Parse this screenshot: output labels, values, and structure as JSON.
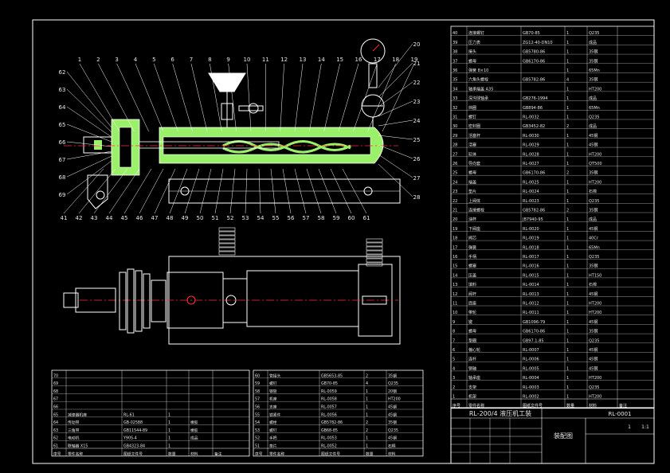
{
  "colors": {
    "background": "#000000",
    "frame": "#ffffff",
    "body_fill": "#9bf06a",
    "leader": "#ffffff",
    "axis": "#ff3030",
    "table_text": "#e8e8e8",
    "accent_yellow": "#ffe33a",
    "accent_red": "#ff2a2a"
  },
  "drawing": {
    "title_block": {
      "drawing_title": "RL-200/4  液压机工装",
      "drawing_no": "RL-0001",
      "subtitle": "装配图",
      "scale": "1:1",
      "sheet": "1"
    },
    "callouts_top": [
      "1",
      "2",
      "3",
      "4",
      "5",
      "6",
      "7",
      "8",
      "9",
      "10",
      "11",
      "12",
      "13",
      "14",
      "15",
      "16",
      "17",
      "18",
      "19"
    ],
    "callouts_left": [
      "62",
      "63",
      "64",
      "65",
      "66",
      "67",
      "68",
      "69"
    ],
    "callouts_right": [
      "20",
      "21",
      "22",
      "23",
      "24",
      "25",
      "26",
      "27",
      "28"
    ],
    "callouts_bottom": [
      "41",
      "42",
      "43",
      "44",
      "45",
      "46",
      "47",
      "48",
      "49",
      "50",
      "51",
      "52",
      "53",
      "54",
      "55",
      "56",
      "57",
      "58",
      "59",
      "60",
      "61"
    ],
    "bom_right": {
      "headers": [
        "序号",
        "零件名称",
        "图纸文件号",
        "数量",
        "材料",
        "备注"
      ],
      "rows": [
        [
          "40",
          "连接螺钉",
          "GB70-85",
          "1",
          "Q235",
          ""
        ],
        [
          "39",
          "压力表",
          "ZG12-40-DN10",
          "1",
          "成品",
          ""
        ],
        [
          "38",
          "接头",
          "GB5780-86",
          "1",
          "35钢",
          ""
        ],
        [
          "37",
          "螺母",
          "GB6170-86",
          "1",
          "35钢",
          ""
        ],
        [
          "36",
          "弹簧 8×10",
          "",
          "1",
          "65Mn",
          ""
        ],
        [
          "35",
          "六角头螺栓",
          "GB5782-86",
          "4",
          "35钢",
          ""
        ],
        [
          "34",
          "轴承端盖 A35",
          "",
          "1",
          "HT200",
          ""
        ],
        [
          "33",
          "深沟球轴承",
          "GB276-1994",
          "1",
          "成品",
          ""
        ],
        [
          "32",
          "挡圈",
          "GB894-86",
          "1",
          "65Mn",
          ""
        ],
        [
          "31",
          "螺钉",
          "RL-0032",
          "1",
          "Q235",
          ""
        ],
        [
          "30",
          "密封圈",
          "GB3452-82",
          "2",
          "成品",
          ""
        ],
        [
          "29",
          "活塞杆",
          "RL-0030",
          "1",
          "45钢",
          ""
        ],
        [
          "28",
          "活塞",
          "RL-0029",
          "1",
          "45钢",
          ""
        ],
        [
          "27",
          "缸体",
          "RL-0028",
          "1",
          "HT200",
          ""
        ],
        [
          "26",
          "导向套",
          "RL-0027",
          "1",
          "QT500",
          ""
        ],
        [
          "25",
          "螺母",
          "GB6170-86",
          "2",
          "35钢",
          ""
        ],
        [
          "24",
          "端盖",
          "RL-0025",
          "1",
          "HT200",
          ""
        ],
        [
          "23",
          "垫片",
          "RL-0024",
          "1",
          "石棉",
          ""
        ],
        [
          "22",
          "上阀体",
          "RL-0023",
          "1",
          "Q235",
          ""
        ],
        [
          "21",
          "连接螺栓",
          "GB5782-86",
          "2",
          "35钢",
          ""
        ],
        [
          "20",
          "油杯",
          "JB7940-95",
          "1",
          "成品",
          ""
        ],
        [
          "19",
          "下阀座",
          "RL-0020",
          "1",
          "45钢",
          ""
        ],
        [
          "18",
          "阀芯",
          "RL-0019",
          "1",
          "40Cr",
          ""
        ],
        [
          "17",
          "弹簧",
          "RL-0018",
          "1",
          "65Mn",
          ""
        ],
        [
          "16",
          "手柄",
          "RL-0017",
          "1",
          "Q235",
          ""
        ],
        [
          "15",
          "螺塞",
          "RL-0016",
          "1",
          "35钢",
          ""
        ],
        [
          "14",
          "压盖",
          "RL-0015",
          "1",
          "HT150",
          ""
        ],
        [
          "13",
          "填料",
          "RL-0014",
          "1",
          "石棉",
          ""
        ],
        [
          "12",
          "阀杆",
          "RL-0013",
          "1",
          "45钢",
          ""
        ],
        [
          "11",
          "底座",
          "RL-0012",
          "1",
          "HT200",
          ""
        ],
        [
          "10",
          "带轮",
          "RL-0011",
          "1",
          "HT200",
          ""
        ],
        [
          "9",
          "键",
          "GB1096-79",
          "1",
          "45钢",
          ""
        ],
        [
          "8",
          "螺母",
          "GB6170-86",
          "1",
          "35钢",
          ""
        ],
        [
          "7",
          "垫圈",
          "GB97.1-85",
          "1",
          "Q235",
          ""
        ],
        [
          "6",
          "偏心轮",
          "RL-0007",
          "1",
          "45钢",
          ""
        ],
        [
          "5",
          "连杆",
          "RL-0006",
          "1",
          "45钢",
          ""
        ],
        [
          "4",
          "销轴",
          "RL-0005",
          "1",
          "45钢",
          ""
        ],
        [
          "3",
          "轴承座",
          "RL-0004",
          "1",
          "HT200",
          ""
        ],
        [
          "2",
          "支架",
          "RL-0003",
          "1",
          "Q235",
          ""
        ],
        [
          "1",
          "机架",
          "RL-0002",
          "1",
          "HT200",
          ""
        ]
      ]
    },
    "bom_bottom_left": {
      "headers": [
        "序号",
        "零件名称",
        "图纸文件号",
        "数量",
        "材料",
        "备注"
      ],
      "rows": [
        [
          "70",
          "",
          "",
          "",
          "",
          ""
        ],
        [
          "69",
          "",
          "",
          "",
          "",
          ""
        ],
        [
          "68",
          "",
          "",
          "",
          "",
          ""
        ],
        [
          "67",
          "",
          "",
          "",
          "",
          ""
        ],
        [
          "66",
          "",
          "",
          "",
          "",
          ""
        ],
        [
          "65",
          "减速器机座",
          "RL-61",
          "1",
          "",
          ""
        ],
        [
          "64",
          "传动带",
          "GB-02588",
          "1",
          "橡胶",
          ""
        ],
        [
          "63",
          "三角带",
          "GB11544-89",
          "1",
          "橡胶",
          ""
        ],
        [
          "62",
          "电动机",
          "Y90S-4",
          "1",
          "成品",
          ""
        ],
        [
          "61",
          "联轴器 X15",
          "GB4323-84",
          "1",
          "",
          ""
        ]
      ]
    },
    "bom_bottom_mid": {
      "headers": [
        "序号",
        "零件名称",
        "图纸文件号",
        "数量",
        "材料"
      ],
      "rows": [
        [
          "60",
          "管接头",
          "GB5653-85",
          "2",
          "35钢"
        ],
        [
          "59",
          "螺钉",
          "GB70-85",
          "4",
          "Q235"
        ],
        [
          "58",
          "钢管",
          "RL-0059",
          "1",
          "20钢"
        ],
        [
          "57",
          "机座",
          "RL-0058",
          "1",
          "HT200"
        ],
        [
          "56",
          "支座",
          "RL-0057",
          "1",
          "45钢"
        ],
        [
          "55",
          "锁紧件",
          "RL-0056",
          "1",
          "45钢"
        ],
        [
          "54",
          "螺栓",
          "GB5782-86",
          "2",
          "35钢"
        ],
        [
          "53",
          "螺钉",
          "GB68-85",
          "2",
          "Q235"
        ],
        [
          "52",
          "手把",
          "RL-0053",
          "1",
          "45钢"
        ],
        [
          "51",
          "垫片",
          "RL-0052",
          "1",
          "石棉"
        ]
      ]
    }
  }
}
